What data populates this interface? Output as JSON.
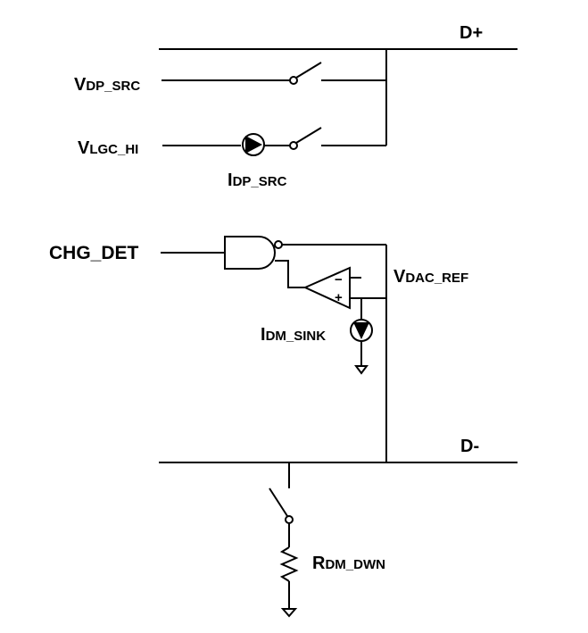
{
  "nets": {
    "d_plus": "D+",
    "d_minus": "D-"
  },
  "labels": {
    "vdp_src": {
      "main": "V",
      "sub": "DP_SRC"
    },
    "vlgc_hi": {
      "main": "V",
      "sub": "LGC_HI"
    },
    "idp_src": {
      "main": "I",
      "sub": "DP_SRC"
    },
    "chg_det": "CHG_DET",
    "vdac_ref": {
      "main": "V",
      "sub": "DAC_REF"
    },
    "idm_sink": {
      "main": "I",
      "sub": "DM_SINK"
    },
    "rdm_dwn": {
      "main": "R",
      "sub": "DM_DWN"
    },
    "comparator_minus": "−",
    "comparator_plus": "+"
  },
  "colors": {
    "line": "#000000",
    "background": "#ffffff"
  }
}
